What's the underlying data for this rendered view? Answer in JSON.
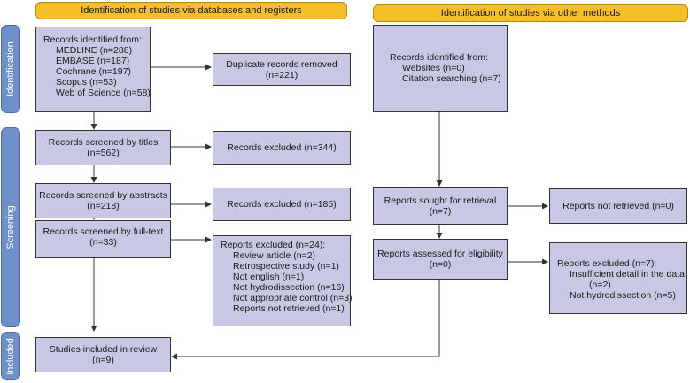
{
  "headers": {
    "left": "Identification of studies via databases and registers",
    "right": "Identification of studies via other methods"
  },
  "phases": {
    "identification": "Identification",
    "screening": "Screening",
    "included": "Included"
  },
  "left": {
    "identified": {
      "title": "Records identified from:",
      "items": [
        "MEDLINE (n=288)",
        "EMBASE (n=187)",
        "Cochrane (n=197)",
        "Scopus (n=53)",
        "Web of Science (n=58)"
      ]
    },
    "duplicates": {
      "line1": "Duplicate records removed",
      "line2": "(n=221)"
    },
    "screened_titles": {
      "line1": "Records screened by titles",
      "line2": "(n=562)"
    },
    "excluded_titles": {
      "line1": "Records excluded (n=344)"
    },
    "screened_abstracts": {
      "line1": "Records screened by abstracts",
      "line2": "(n=218)"
    },
    "excluded_abstracts": {
      "line1": "Records excluded (n=185)"
    },
    "screened_fulltext": {
      "line1": "Records screened by full-text",
      "line2": "(n=33)"
    },
    "excluded_fulltext": {
      "title": "Reports excluded (n=24):",
      "items": [
        "Review article (n=2)",
        "Retrospective study (n=1)",
        "Not english (n=1)",
        "Not hydrodissection (n=16)",
        "Not appropriate control (n=3)",
        "Reports not retrieved (n=1)"
      ]
    },
    "included": {
      "line1": "Studies included in review",
      "line2": "(n=9)"
    }
  },
  "right": {
    "identified": {
      "title": "Records identified from:",
      "items": [
        "Websites (n=0)",
        "Citation searching (n=7)"
      ]
    },
    "sought": {
      "line1": "Reports sought for retrieval",
      "line2": "(n=7)"
    },
    "not_retrieved": {
      "line1": "Reports not retrieved (n=0)"
    },
    "assessed": {
      "line1": "Reports assessed for eligibility",
      "line2": "(n=0)"
    },
    "excluded": {
      "title": "Reports excluded (n=7):",
      "items": [
        "Insufficient detail in the data",
        "(n=2)",
        "Not hydrodissection (n=5)"
      ]
    }
  }
}
